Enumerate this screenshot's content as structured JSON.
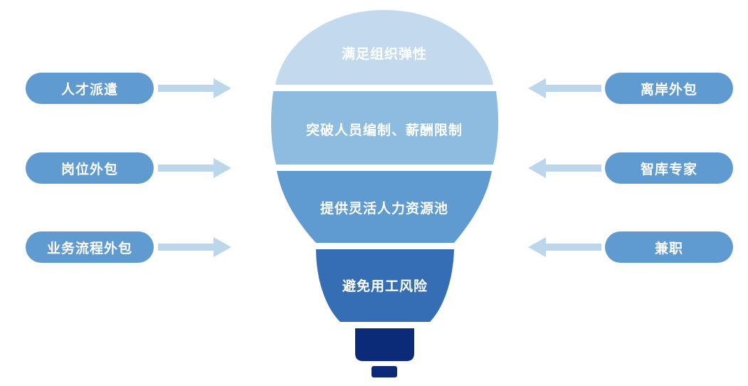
{
  "bulb": {
    "bands": [
      {
        "label": "满足组织弹性",
        "color": "#c3daee"
      },
      {
        "label": "突破人员编制、薪酬限制",
        "color": "#8ebbe0"
      },
      {
        "label": "提供灵活人力资源池",
        "color": "#5f9bd0"
      },
      {
        "label": "避免用工风险",
        "color": "#356eb5"
      }
    ],
    "base_color": "#0b2a78"
  },
  "left_items": [
    "人才派遣",
    "岗位外包",
    "业务流程外包"
  ],
  "right_items": [
    "离岸外包",
    "智库专家",
    "兼职"
  ],
  "colors": {
    "pill": "#5f9bd0",
    "arrow": "#bcd6ec"
  }
}
